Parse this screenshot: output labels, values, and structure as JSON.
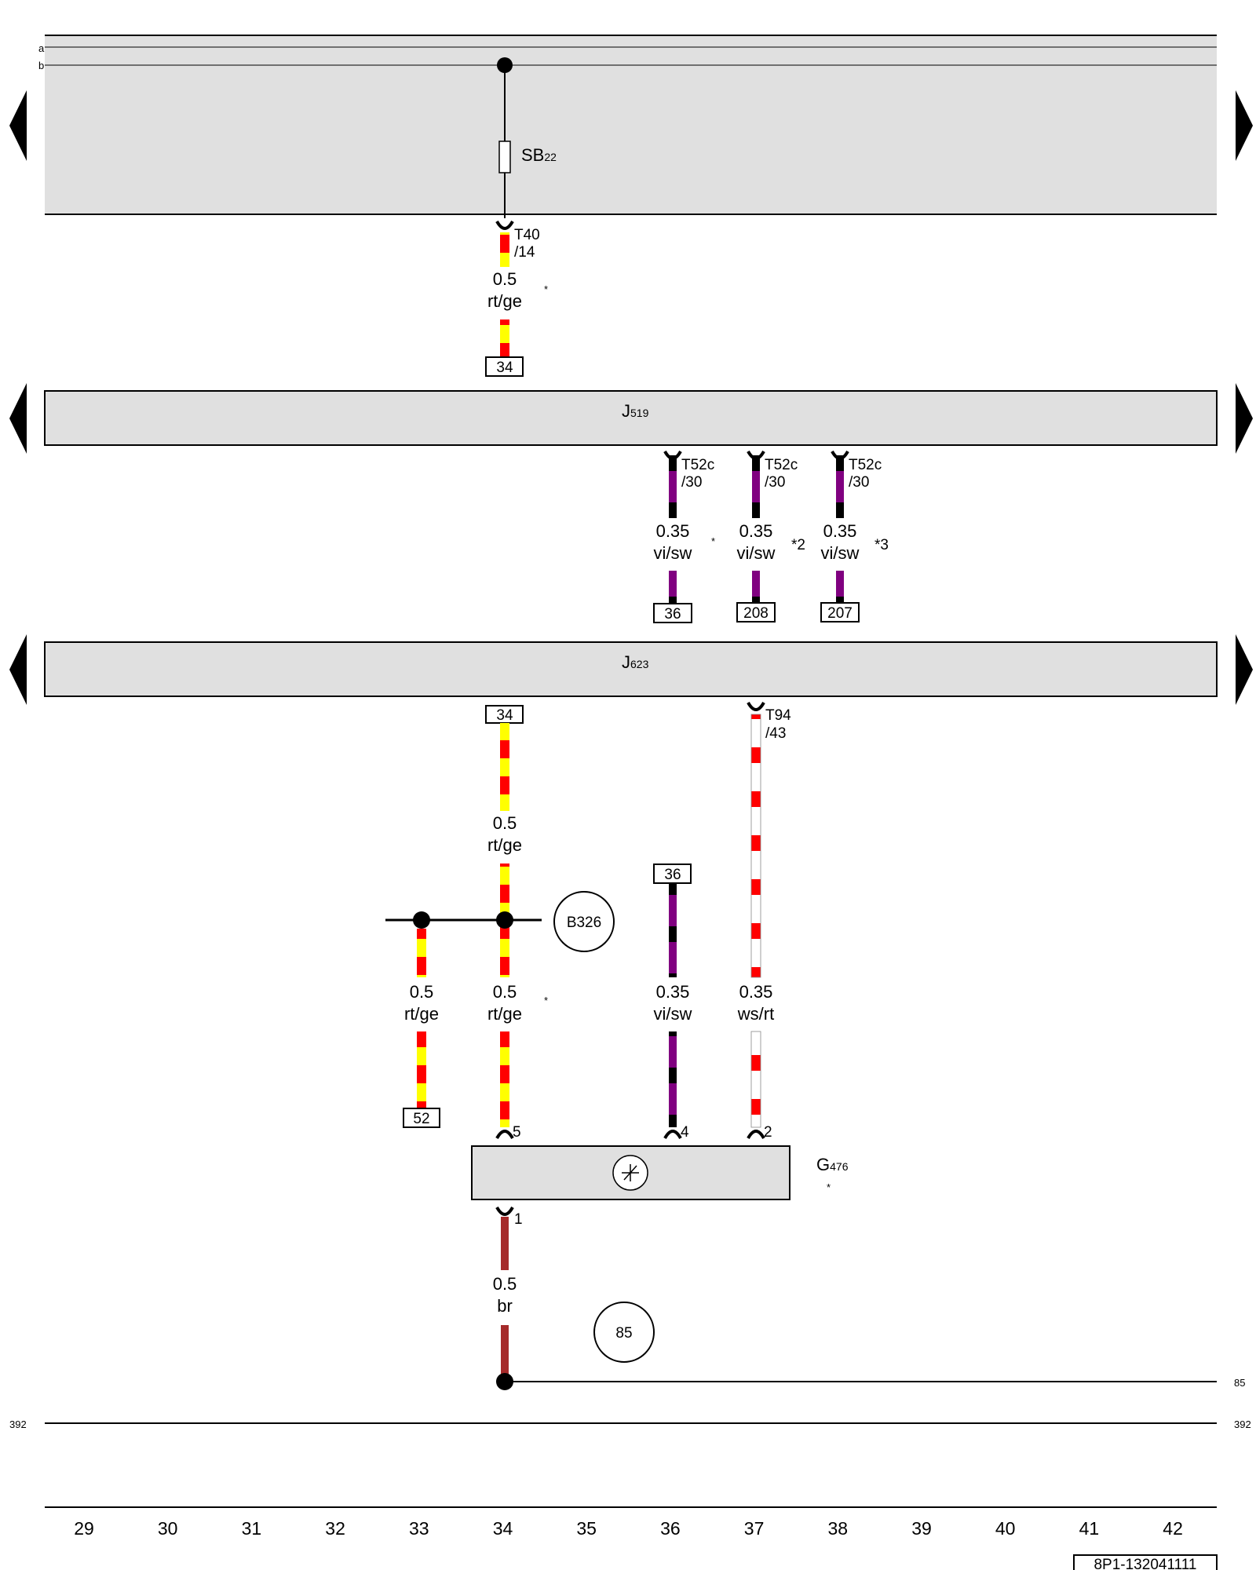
{
  "rails": {
    "top_a": "a",
    "top_b": "b",
    "gnd_left": "392",
    "gnd_right": "392",
    "right_85": "85"
  },
  "fuse": {
    "label": "SB",
    "sub": "22"
  },
  "j519": {
    "label": "J",
    "sub": "519"
  },
  "j623": {
    "label": "J",
    "sub": "623"
  },
  "g476": {
    "label": "G",
    "sub": "476",
    "star": "*"
  },
  "circles": {
    "b326": "B326",
    "c85": "85"
  },
  "footer_code": "8P1-132041111",
  "grid_numbers": [
    "29",
    "30",
    "31",
    "32",
    "33",
    "34",
    "35",
    "36",
    "37",
    "38",
    "39",
    "40",
    "41",
    "42"
  ],
  "connectors": {
    "t40": {
      "a": "T40",
      "b": "/14"
    },
    "t52c_1": {
      "a": "T52c",
      "b": "/30"
    },
    "t52c_2": {
      "a": "T52c",
      "b": "/30"
    },
    "t52c_3": {
      "a": "T52c",
      "b": "/30"
    },
    "t94": {
      "a": "T94",
      "b": "/43"
    },
    "g_pin5": "5",
    "g_pin4": "4",
    "g_pin2": "2",
    "g_pin1": "1"
  },
  "wires": {
    "w1": {
      "size": "0.5",
      "color": "rt/ge",
      "note": "*"
    },
    "w2": {
      "size": "0.35",
      "color": "vi/sw",
      "note": "*"
    },
    "w3": {
      "size": "0.35",
      "color": "vi/sw",
      "note": "*2"
    },
    "w4": {
      "size": "0.35",
      "color": "vi/sw",
      "note": "*3"
    },
    "w5": {
      "size": "0.5",
      "color": "rt/ge"
    },
    "w6": {
      "size": "0.5",
      "color": "rt/ge"
    },
    "w7": {
      "size": "0.5",
      "color": "rt/ge",
      "note": "*"
    },
    "w8": {
      "size": "0.35",
      "color": "vi/sw"
    },
    "w9": {
      "size": "0.35",
      "color": "ws/rt"
    },
    "w10": {
      "size": "0.5",
      "color": "br"
    }
  },
  "refboxes": {
    "r34a": "34",
    "r36a": "36",
    "r208": "208",
    "r207": "207",
    "r34b": "34",
    "r36b": "36",
    "r52": "52"
  },
  "colors": {
    "rt": "#ff0000",
    "ge": "#ffff00",
    "vi": "#800080",
    "sw": "#000000",
    "ws": "#ffffff",
    "br": "#a52a2a",
    "panel": "#e0e0e0"
  }
}
